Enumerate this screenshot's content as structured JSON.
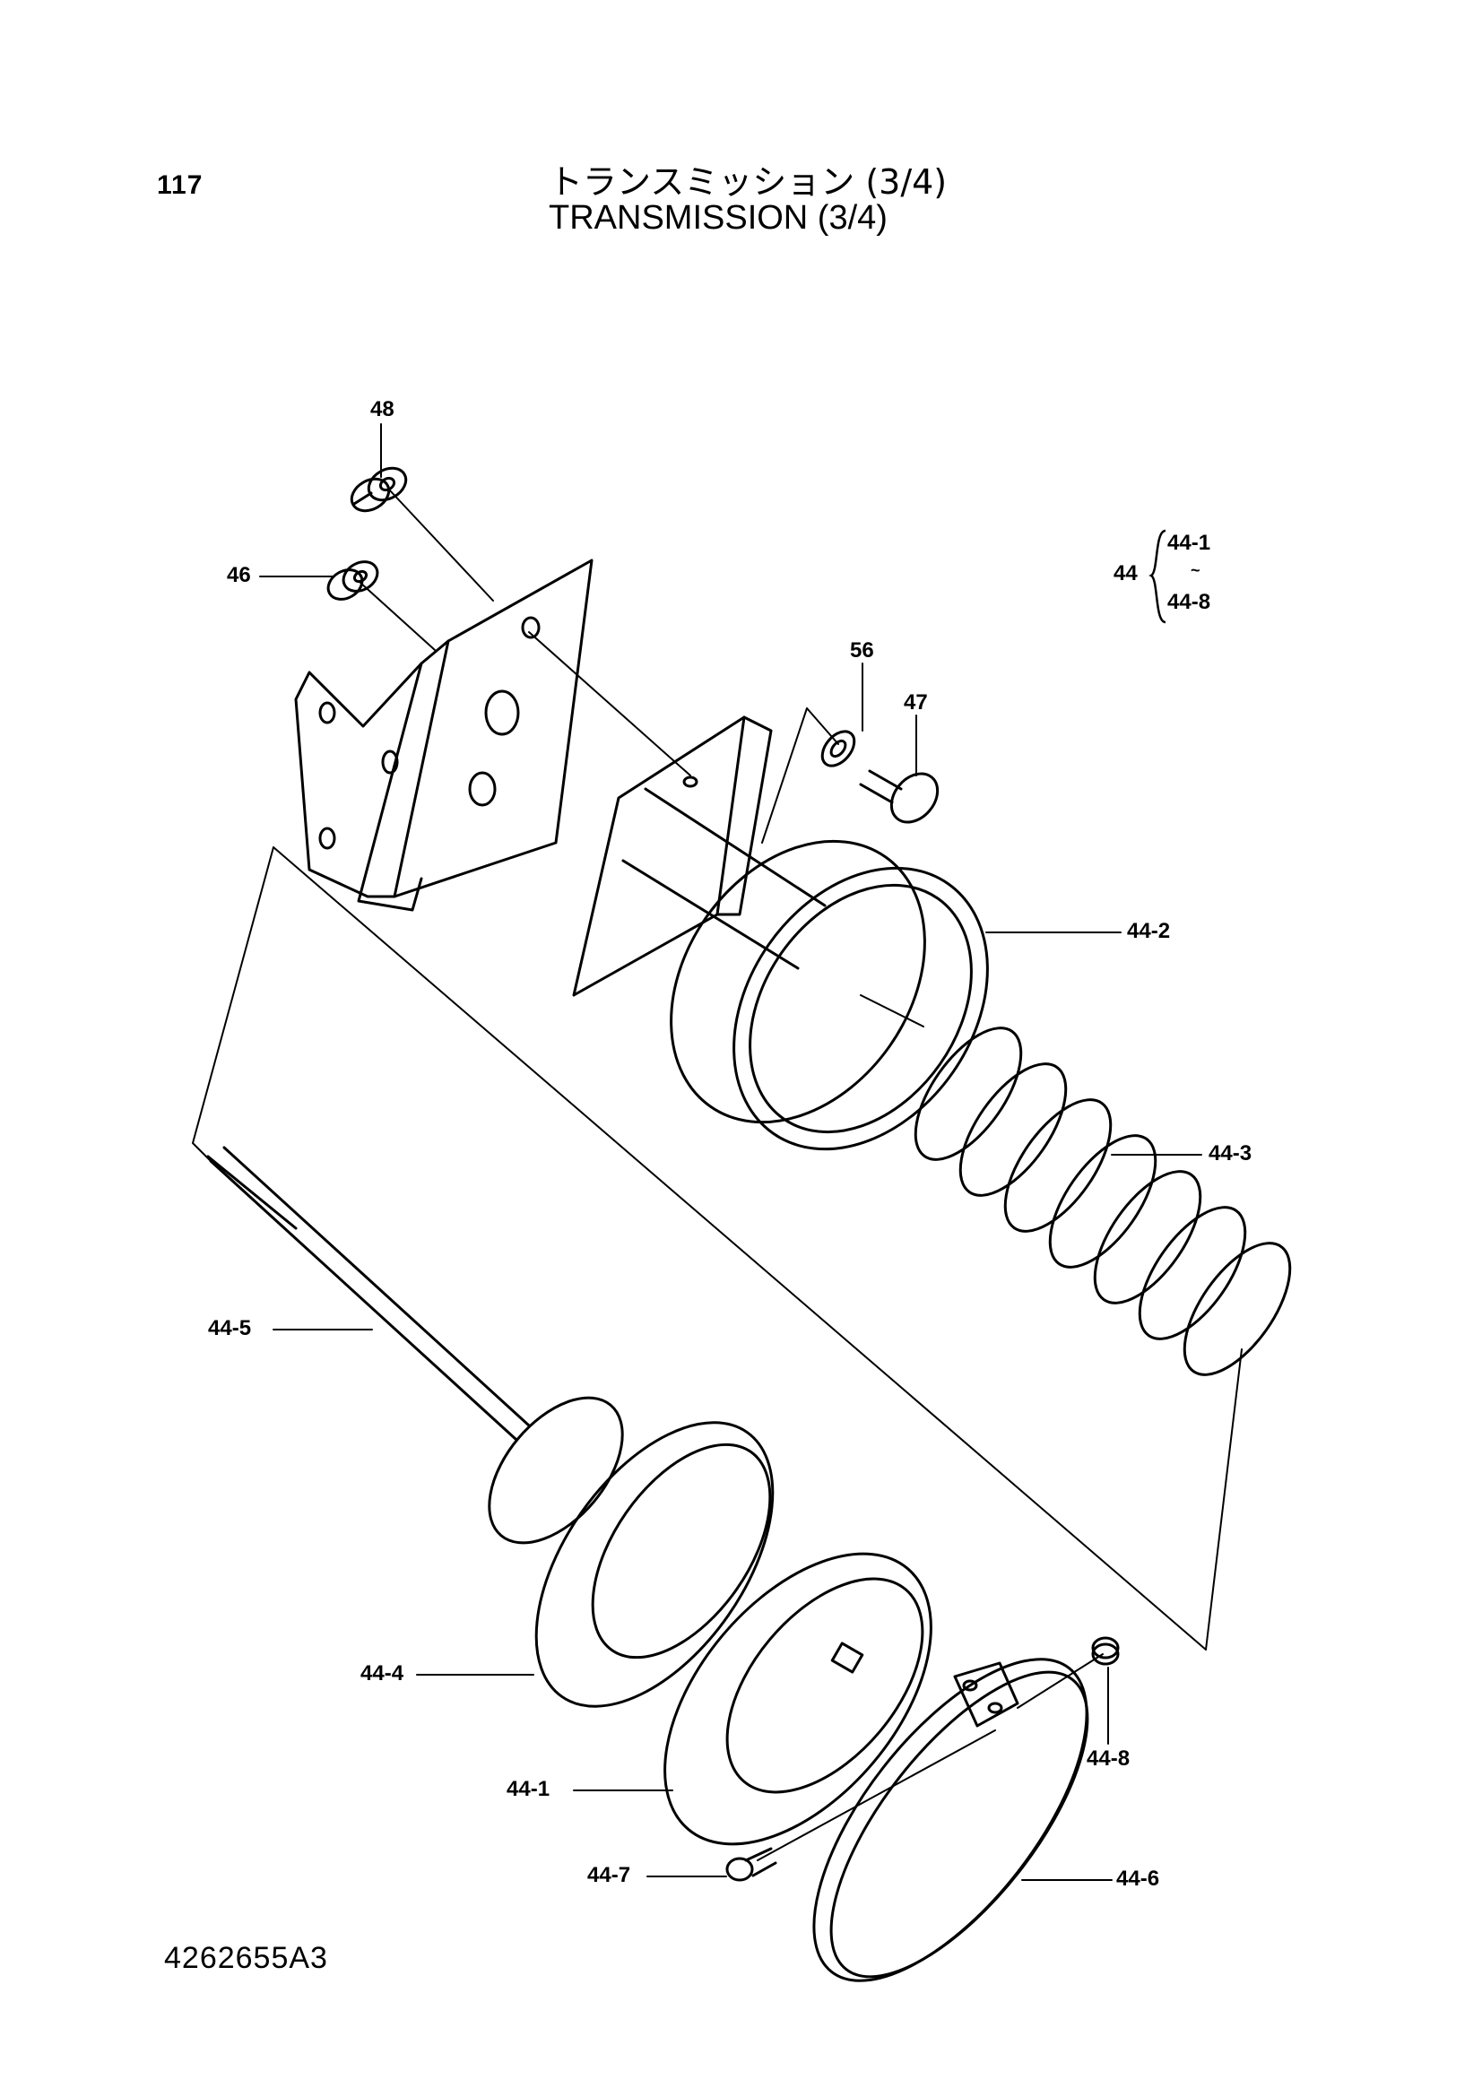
{
  "header": {
    "page_number": "117",
    "title_jp": "トランスミッション (3/4)",
    "title_en": "TRANSMISSION (3/4)"
  },
  "footer": {
    "drawing_number": "4262655A3"
  },
  "assembly_note": {
    "parent": "44",
    "range_start": "44-1",
    "range_sep": "~",
    "range_end": "44-8"
  },
  "callouts": {
    "p48": "48",
    "p46": "46",
    "p56": "56",
    "p47": "47",
    "p44_2": "44-2",
    "p44_3": "44-3",
    "p44_5": "44-5",
    "p44_4": "44-4",
    "p44_1": "44-1",
    "p44_8": "44-8",
    "p44_7": "44-7",
    "p44_6": "44-6"
  }
}
